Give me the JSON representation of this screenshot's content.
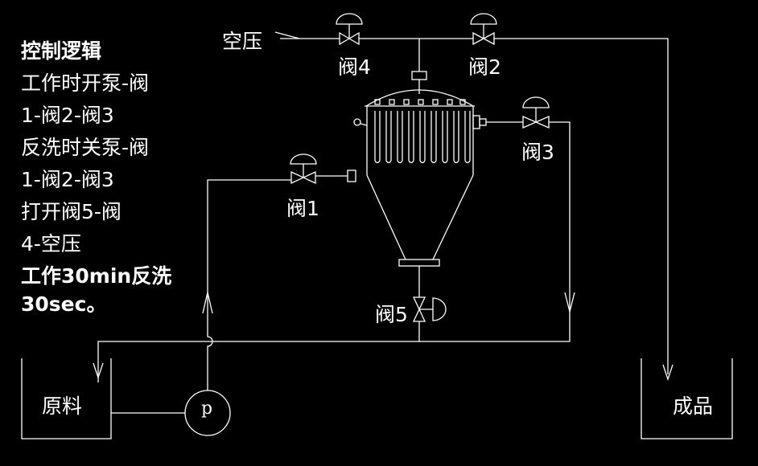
{
  "logic": {
    "title": "控制逻辑",
    "lines": [
      "工作时开泵-阀",
      "1-阀2-阀3",
      "反洗时关泵-阀",
      "1-阀2-阀3",
      "打开阀5-阀",
      "4-空压"
    ],
    "cycle_line1": "工作30min反洗",
    "cycle_line2": "30sec。"
  },
  "labels": {
    "air": "空压",
    "valve1": "阀1",
    "valve2": "阀2",
    "valve3": "阀3",
    "valve4": "阀4",
    "valve5": "阀5",
    "raw_tank": "原料",
    "product_tank": "成品",
    "pump": "p"
  },
  "colors": {
    "background": "#000000",
    "line": "#ffffff"
  }
}
